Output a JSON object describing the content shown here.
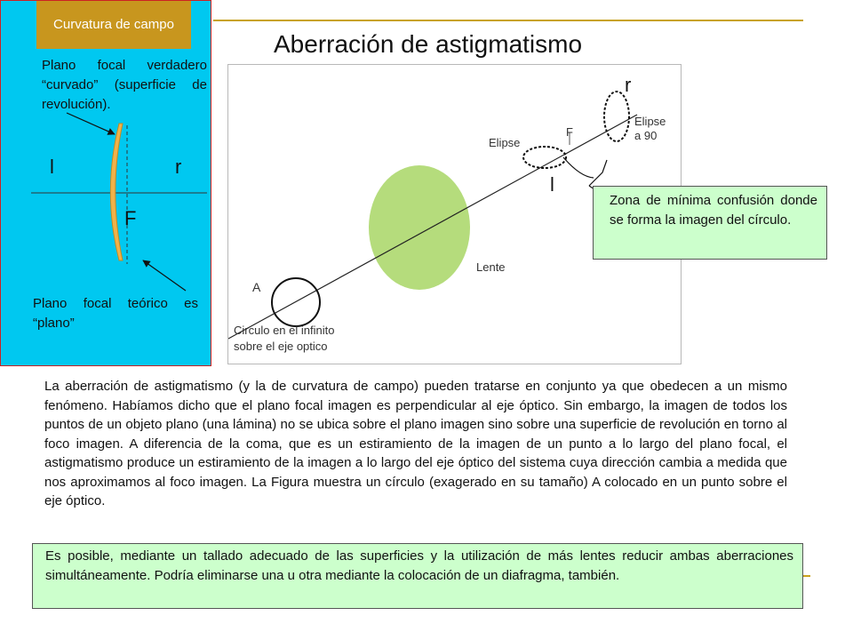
{
  "tag": {
    "label": "Curvatura de campo"
  },
  "title": "Aberración de astigmatismo",
  "left_panel": {
    "focal_true": "Plano focal verdadero “curvado” (superficie de revolución).",
    "focal_theoretical": "Plano focal teórico es “plano”",
    "letter_l": "l",
    "letter_r": "r",
    "letter_f": "F"
  },
  "figure": {
    "label_r": "r",
    "label_l": "l",
    "label_f": "F",
    "label_ellipse": "Elipse",
    "label_ellipse90_line1": "Elipse",
    "label_ellipse90_line2": "a 90",
    "label_lens": "Lente",
    "label_a": "A",
    "caption_line1": "Circulo en el infinito",
    "caption_line2": "sobre el eje optico"
  },
  "callout": "Zona de mínima confusión donde se forma la imagen del círculo.",
  "paragraph": "La aberración de astigmatismo (y la de curvatura de campo) pueden tratarse en conjunto ya que obedecen a un mismo fenómeno. Habíamos dicho que el plano focal imagen es perpendicular al eje óptico. Sin embargo, la imagen de todos los puntos de un objeto plano (una lámina) no se ubica sobre el plano imagen sino sobre una superficie de revolución en torno al foco imagen. A diferencia de la coma, que es un estiramiento de la imagen de un punto a lo largo del plano focal, el astigmatismo produce un estiramiento de la imagen a lo largo del eje óptico del sistema cuya dirección cambia a medida que nos aproximamos al foco imagen. La Figura muestra un círculo (exagerado en su tamaño) A colocado en un punto sobre el eje óptico.",
  "note": "Es posible, mediante un tallado adecuado de las superficies y la utilización de más lentes reducir ambas aberraciones simultáneamente. Podría eliminarse una u otra mediante la colocación de un diafragma, también.",
  "colors": {
    "panel_bg": "#00c8f0",
    "tag_bg": "#c8961e",
    "green_box": "#ccffcc",
    "lens_green": "#b5dc7c",
    "accent_rule": "#c8a21e"
  }
}
